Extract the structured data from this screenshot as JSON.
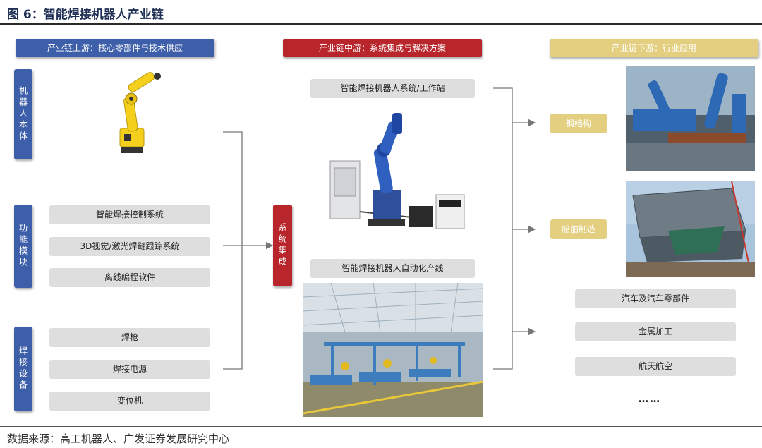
{
  "title": "图 6：智能焊接机器人产业链",
  "source": "数据来源：高工机器人、广发证券发展研究中心",
  "colors": {
    "upstream": "#3d5ea8",
    "midstream": "#b8262b",
    "downstream": "#e3cf7f",
    "pill": "#dedede"
  },
  "upstream": {
    "header": "产业链上游：核心零部件与技术供应",
    "groups": [
      {
        "label": "机器人本体",
        "items": []
      },
      {
        "label": "功能模块",
        "items": [
          "智能焊接控制系统",
          "3D视觉/激光焊缝跟踪系统",
          "离线编程软件"
        ]
      },
      {
        "label": "焊接设备",
        "items": [
          "焊枪",
          "焊接电源",
          "变位机"
        ]
      }
    ]
  },
  "midstream": {
    "header": "产业链中游：系统集成与解决方案",
    "label": "系统集成",
    "items": [
      "智能焊接机器人系统/工作站",
      "智能焊接机器人自动化产线"
    ]
  },
  "downstream": {
    "header": "产业链下游：行业应用",
    "photo_items": [
      "钢结构",
      "船舶制造"
    ],
    "items": [
      "汽车及汽车零部件",
      "金属加工",
      "航天航空",
      "……"
    ]
  }
}
